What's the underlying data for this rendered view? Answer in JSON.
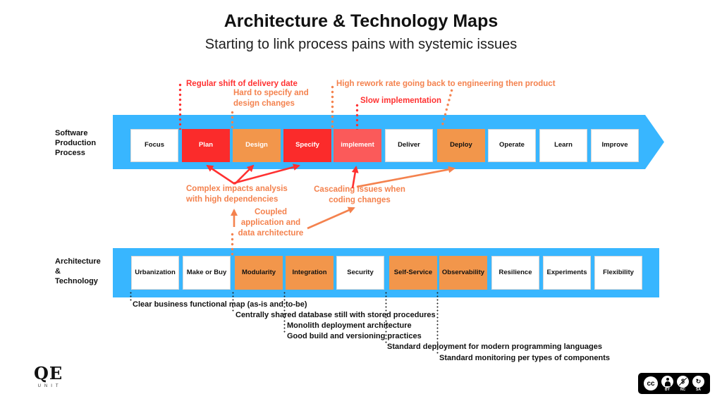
{
  "title": "Architecture & Technology Maps",
  "subtitle": "Starting to link process pains with systemic issues",
  "colors": {
    "band_blue": "#38B6FF",
    "red_box": "#FB2B2B",
    "salmon_box": "#FB5A5A",
    "orange_box": "#F2964B",
    "red_text": "#FF3131",
    "orange_text": "#F4824E"
  },
  "process_row": {
    "label": "Software\nProduction\nProcess",
    "steps": [
      {
        "label": "Focus",
        "variant": "white"
      },
      {
        "label": "Plan",
        "variant": "red"
      },
      {
        "label": "Design",
        "variant": "orange-white"
      },
      {
        "label": "Specify",
        "variant": "red"
      },
      {
        "label": "implement",
        "variant": "salmon"
      },
      {
        "label": "Deliver",
        "variant": "white"
      },
      {
        "label": "Deploy",
        "variant": "orange"
      },
      {
        "label": "Operate",
        "variant": "white"
      },
      {
        "label": "Learn",
        "variant": "white"
      },
      {
        "label": "Improve",
        "variant": "white"
      }
    ]
  },
  "tech_row": {
    "label": "Architecture\n&\nTechnology",
    "steps": [
      {
        "label": "Urbanization",
        "variant": "white"
      },
      {
        "label": "Make or Buy",
        "variant": "white"
      },
      {
        "label": "Modularity",
        "variant": "orange"
      },
      {
        "label": "Integration",
        "variant": "orange"
      },
      {
        "label": "Security",
        "variant": "white"
      },
      {
        "label": "Self-Service",
        "variant": "orange"
      },
      {
        "label": "Observability",
        "variant": "orange"
      },
      {
        "label": "Resilience",
        "variant": "white"
      },
      {
        "label": "Experiments",
        "variant": "white"
      },
      {
        "label": "Flexibility",
        "variant": "white"
      }
    ]
  },
  "pain_annotations": [
    {
      "id": "regular-shift",
      "text": "Regular shift of delivery date",
      "color": "red"
    },
    {
      "id": "hard-specify",
      "text": "Hard to specify and\ndesign changes",
      "color": "orange"
    },
    {
      "id": "high-rework",
      "text": "High rework rate going back to engineering then product",
      "color": "orange"
    },
    {
      "id": "slow-implementation",
      "text": "Slow implementation",
      "color": "red"
    },
    {
      "id": "complex-impacts",
      "text": "Complex impacts analysis\nwith high dependencies",
      "color": "orange"
    },
    {
      "id": "cascading-issues",
      "text": "Cascading issues when\ncoding changes",
      "color": "orange"
    },
    {
      "id": "coupled-architecture",
      "text": "Coupled\napplication and\ndata architecture",
      "color": "orange"
    }
  ],
  "tech_annotations": [
    "Clear business functional map (as-is and to-be)",
    "Centrally shared database still with stored procedures",
    "Monolith deployment architecture",
    "Good build and versioning practices",
    "Standard deployment for modern programming languages",
    "Standard monitoring per types of components"
  ],
  "footer": {
    "logo_main": "QE",
    "logo_sub": "UNIT",
    "license": {
      "cc": "cc",
      "by": "BY",
      "nc": "NC",
      "sa": "SA"
    }
  }
}
